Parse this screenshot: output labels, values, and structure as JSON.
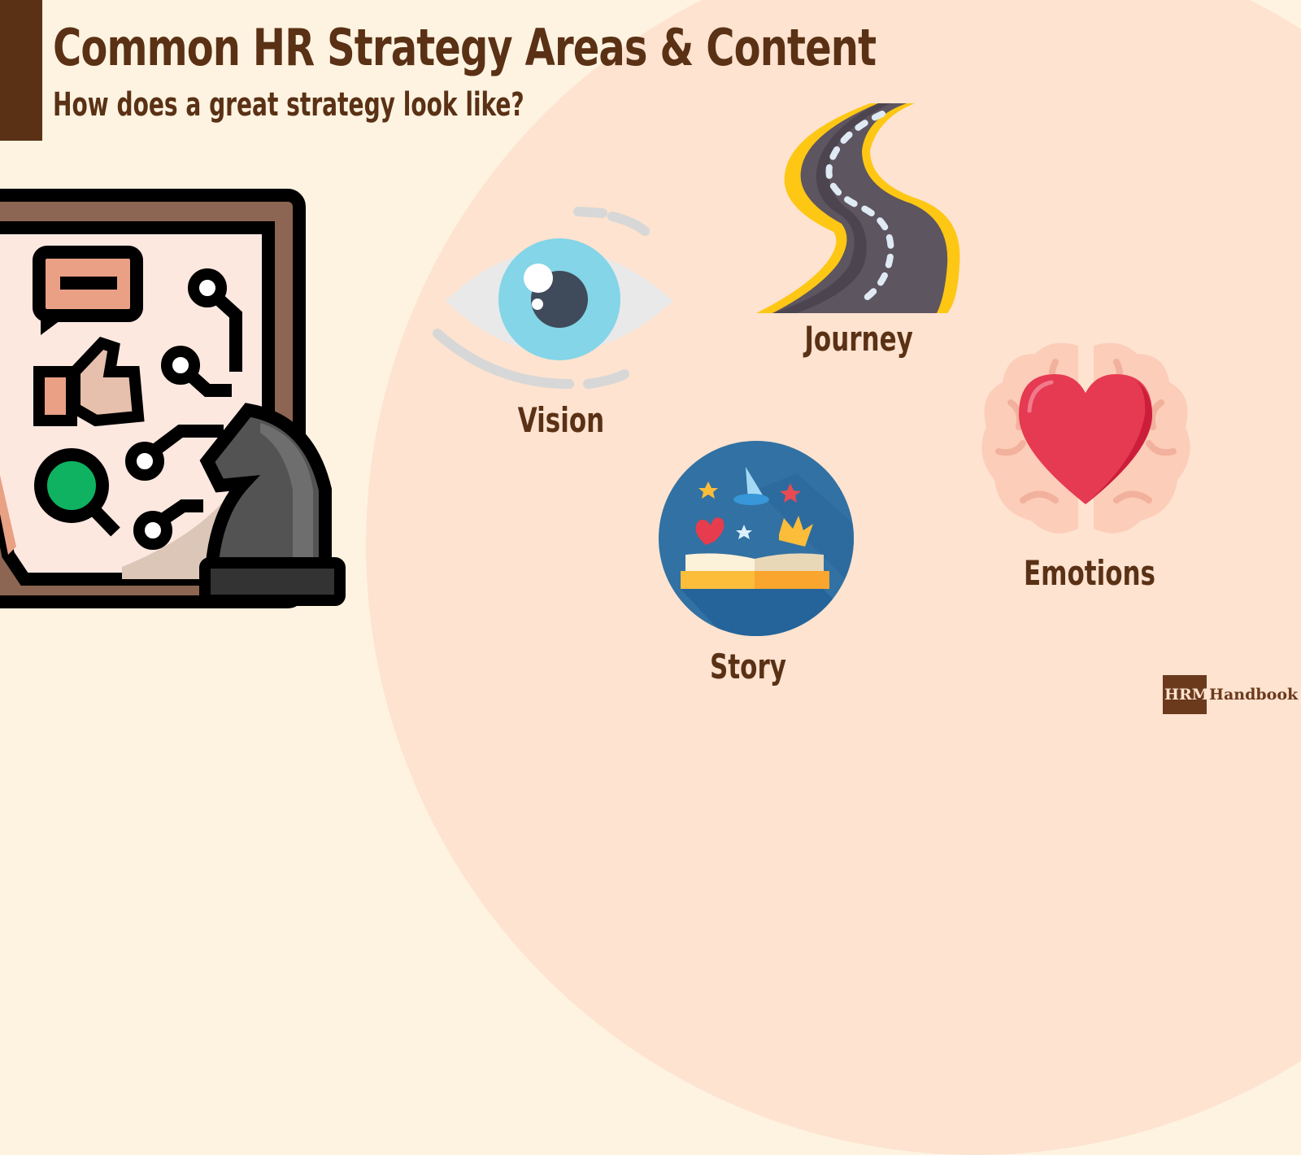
{
  "header": {
    "title": "Common HR Strategy Areas & Content",
    "subtitle": "How does a great strategy look like?"
  },
  "items": [
    {
      "label": "Vision",
      "icon": "eye-icon"
    },
    {
      "label": "Journey",
      "icon": "road-icon"
    },
    {
      "label": "Story",
      "icon": "storybook-icon"
    },
    {
      "label": "Emotions",
      "icon": "brain-heart-icon"
    }
  ],
  "illustration": {
    "icon": "strategy-board-chess-knight-icon"
  },
  "brand": {
    "box_text": "HRM",
    "text": "Handbook"
  },
  "colors": {
    "primary": "#5a3115",
    "bg_light": "#fef3e1",
    "bg_arc": "#fde3d0"
  }
}
